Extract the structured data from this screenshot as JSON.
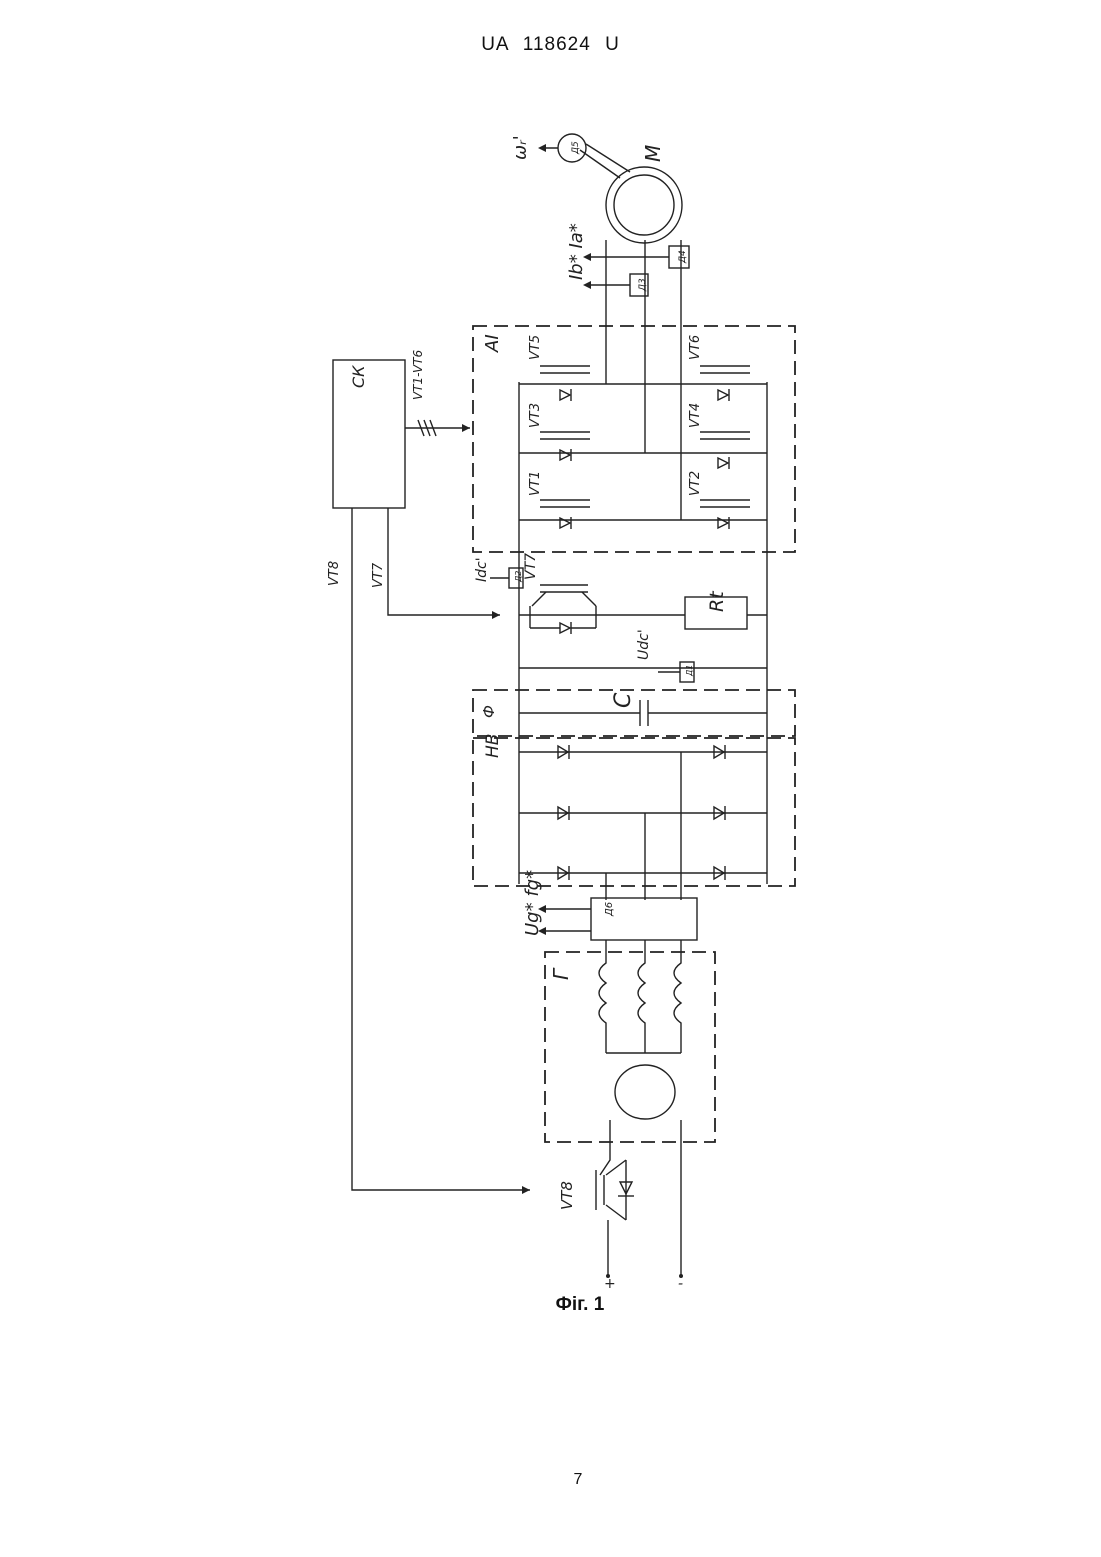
{
  "document": {
    "header": "UA 118624 U",
    "caption": "Фіг. 1",
    "page_number": "7"
  },
  "diagram_labels": {
    "speed": "ωᵣ'",
    "M": "M",
    "D5": "Д5",
    "currents": "Ib* Ia*",
    "D3": "Д3",
    "D4": "Д4",
    "AI": "AI",
    "VT5": "VT5",
    "VT6": "VT6",
    "VT3": "VT3",
    "VT4": "VT4",
    "VT1": "VT1",
    "VT2": "VT2",
    "SK": "СК",
    "vt1_vt6": "VT1-VT6",
    "VT8_line": "VT8",
    "VT7_line": "VT7",
    "Idc": "Idc'",
    "D2": "Д2",
    "VT7": "VT7",
    "Rt": "Rt",
    "Udc": "Udc'",
    "D1": "Д1",
    "F": "Ф",
    "C": "C",
    "NV": "НВ",
    "D6": "Д6",
    "Ug_fg": "Ug* fg*",
    "G": "Г",
    "VT8": "VT8",
    "plus": "+",
    "minus": "-"
  }
}
